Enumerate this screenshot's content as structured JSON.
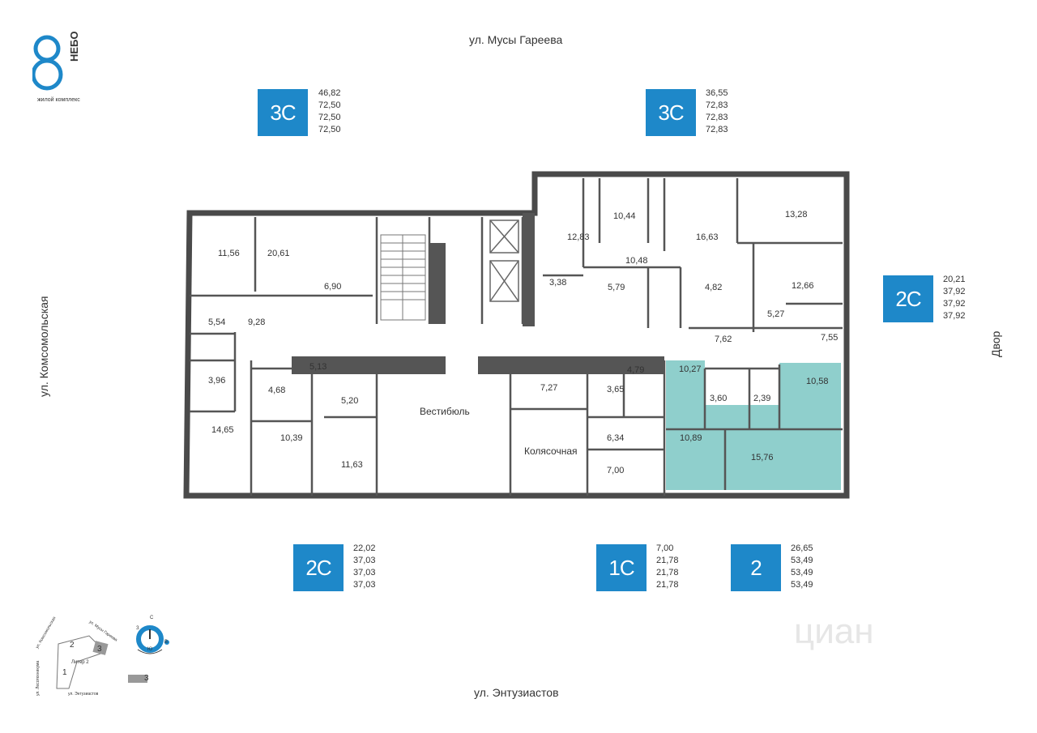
{
  "logo": {
    "word": "НЕБО",
    "tagline": "жилой комплекс"
  },
  "streets": {
    "top": "ул. Мусы Гареева",
    "bottom": "ул. Энтузиастов",
    "left": "ул. Комсомольская",
    "right": "Двор"
  },
  "units": [
    {
      "type": "3С",
      "areas": [
        "46,82",
        "72,50",
        "72,50",
        "72,50"
      ]
    },
    {
      "type": "3С",
      "areas": [
        "36,55",
        "72,83",
        "72,83",
        "72,83"
      ]
    },
    {
      "type": "2С",
      "areas": [
        "20,21",
        "37,92",
        "37,92",
        "37,92"
      ]
    },
    {
      "type": "2С",
      "areas": [
        "22,02",
        "37,03",
        "37,03",
        "37,03"
      ]
    },
    {
      "type": "1С",
      "areas": [
        "7,00",
        "21,78",
        "21,78",
        "21,78"
      ]
    },
    {
      "type": "2",
      "areas": [
        "26,65",
        "53,49",
        "53,49",
        "53,49"
      ]
    }
  ],
  "plan": {
    "rooms": [
      "11,56",
      "20,61",
      "6,90",
      "5,54",
      "9,28",
      "3,96",
      "14,65",
      "5,13",
      "4,68",
      "5,20",
      "10,39",
      "11,63",
      "12,83",
      "10,44",
      "16,63",
      "13,28",
      "3,38",
      "10,48",
      "5,79",
      "4,82",
      "12,66",
      "5,27",
      "7,62",
      "7,55",
      "7,27",
      "4,79",
      "3,65",
      "10,27",
      "3,60",
      "2,39",
      "10,58",
      "6,34",
      "10,89",
      "15,76",
      "7,00"
    ],
    "vestibule": "Вестибюль",
    "stroller": "Колясочная"
  },
  "site_map": {
    "street_komsomolskaya": "ул. Комсомольская",
    "street_gareeva": "ул. Мусы Гареева",
    "street_lesotekhnikuma": "ул. Лесотехникума",
    "street_entuziastov": "ул. Энтузиастов",
    "liter": "Литер 2",
    "buildings": [
      "1",
      "2",
      "3"
    ],
    "legend_num": "3",
    "compass": {
      "n": "С",
      "s": "Ю",
      "w": "З",
      "e": "В"
    }
  },
  "watermark": "циан",
  "colors": {
    "accent": "#1e88c9",
    "highlight": "#8fcfcc",
    "wall": "#4a4a4a"
  }
}
